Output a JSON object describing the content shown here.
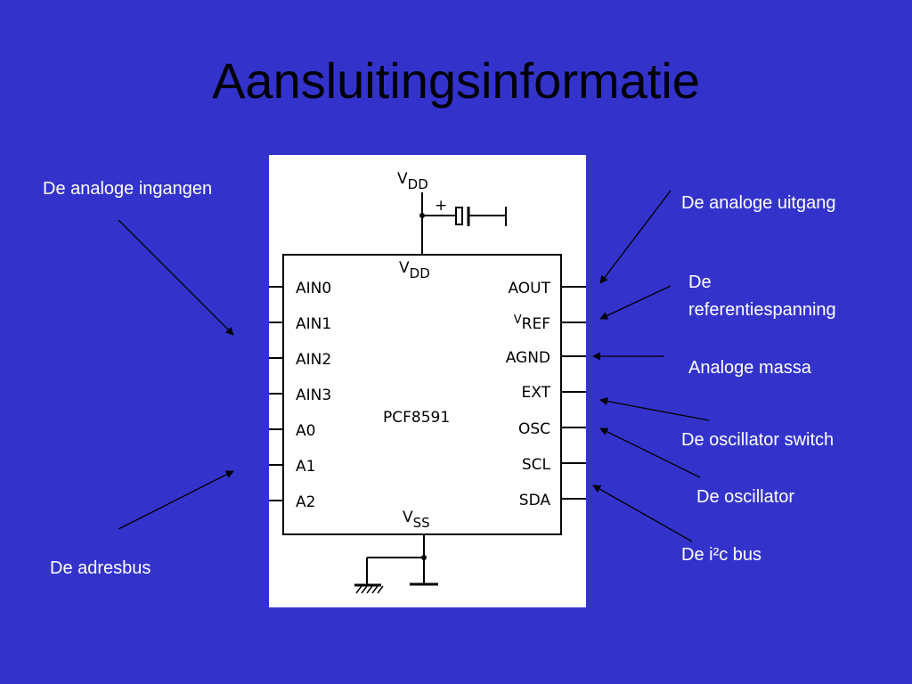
{
  "slide": {
    "title": "Aansluitingsinformatie",
    "background": "#3333cc"
  },
  "callouts": {
    "analog_inputs": "De analoge ingangen",
    "address_bus": "De adresbus",
    "analog_output": "De analoge uitgang",
    "reference_voltage_line1": "De",
    "reference_voltage_line2": "referentiespanning",
    "analog_ground": "Analoge massa",
    "oscillator_switch": "De oscillator switch",
    "oscillator": "De oscillator",
    "i2c_bus": "De i²c bus"
  },
  "chip": {
    "name": "PCF8591",
    "vdd_top": {
      "main": "V",
      "sub": "DD"
    },
    "vdd_inner": {
      "main": "V",
      "sub": "DD"
    },
    "vss": {
      "main": "V",
      "sub": "SS"
    },
    "capacitor_polarity": "+",
    "left_pins": [
      "AIN0",
      "AIN1",
      "AIN2",
      "AIN3",
      "A0",
      "A1",
      "A2"
    ],
    "right_pins": [
      "AOUT",
      "REF",
      "AGND",
      "EXT",
      "OSC",
      "SCL",
      "SDA"
    ],
    "vref_prefix": "V"
  }
}
